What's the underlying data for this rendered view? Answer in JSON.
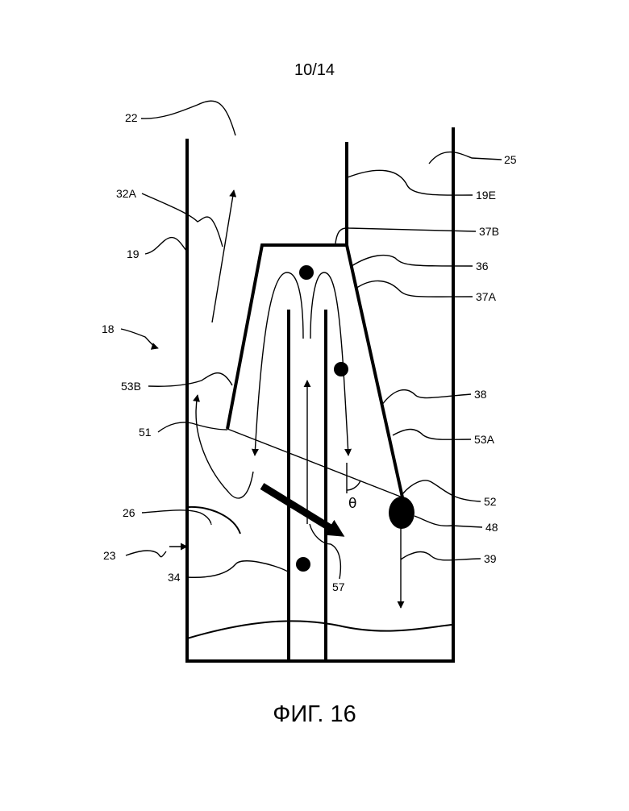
{
  "page_number": "10/14",
  "caption": "ФИГ. 16",
  "labels": {
    "l22": "22",
    "l25": "25",
    "l32A": "32A",
    "l19E": "19E",
    "l37B": "37B",
    "l19": "19",
    "l36": "36",
    "l37A": "37A",
    "l18": "18",
    "l53B": "53B",
    "l38": "38",
    "l51": "51",
    "l53A": "53A",
    "theta": "θ",
    "l52": "52",
    "l26": "26",
    "l48": "48",
    "l23": "23",
    "l39": "39",
    "l34": "34",
    "l57": "57"
  }
}
